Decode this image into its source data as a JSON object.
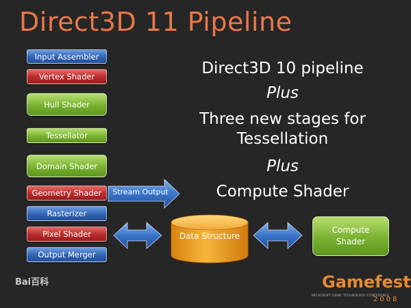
{
  "title": "Direct3D 11 Pipeline",
  "stages": [
    {
      "label": "Input Assembler",
      "color": "blue"
    },
    {
      "label": "Vertex Shader",
      "color": "red"
    },
    {
      "label": "Hull Shader",
      "color": "green"
    },
    {
      "label": "Tessellator",
      "color": "green"
    },
    {
      "label": "Domain Shader",
      "color": "green"
    },
    {
      "label": "Geometry Shader",
      "color": "red"
    },
    {
      "label": "Rasterizer",
      "color": "blue"
    },
    {
      "label": "Pixel Shader",
      "color": "red"
    },
    {
      "label": "Output Merger",
      "color": "blue"
    }
  ],
  "stream_output_label": "Stream Output",
  "data_structure_label": "Data Structure",
  "compute_shader_box_label": "Compute Shader",
  "right_text": {
    "line1": "Direct3D 10 pipeline",
    "plus1": "Plus",
    "line2a": "Three new stages for",
    "line2b": "Tessellation",
    "plus2": "Plus",
    "line3": "Compute Shader"
  },
  "footer": {
    "watermark": "Bai百科",
    "brand": "Gamefest",
    "brand_tagline": "MICROSOFT GAME TECHNOLOGY CONFERENCE",
    "year": "2008"
  },
  "colors": {
    "title": "#e9784a",
    "background": "#262626",
    "blue_stage": "#2f63b4",
    "red_stage": "#b8292b",
    "green_stage": "#79b22f",
    "data_structure": "#f0a020",
    "brand": "#e58a32"
  }
}
